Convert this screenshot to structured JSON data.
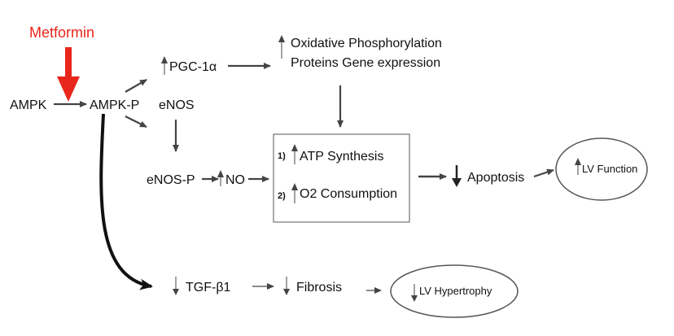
{
  "drug": {
    "label": "Metformin",
    "color": "#e8261c"
  },
  "nodes": {
    "ampk": "AMPK",
    "ampk_p": "AMPK-P",
    "pgc": "PGC-1α",
    "enos": "eNOS",
    "enos_p": "eNOS-P",
    "no": "NO",
    "oxphos_line1": "Oxidative Phosphorylation",
    "oxphos_line2": "Proteins Gene expression",
    "box_item1_num": "1)",
    "box_item1": "ATP Synthesis",
    "box_item2_num": "2)",
    "box_item2": "O2 Consumption",
    "apoptosis": "Apoptosis",
    "lv_function": "LV Function",
    "tgf": "TGF-β1",
    "fibrosis": "Fibrosis",
    "lv_hypertrophy": "LV Hypertrophy"
  },
  "colors": {
    "arrow": "#444444",
    "text": "#111111"
  }
}
